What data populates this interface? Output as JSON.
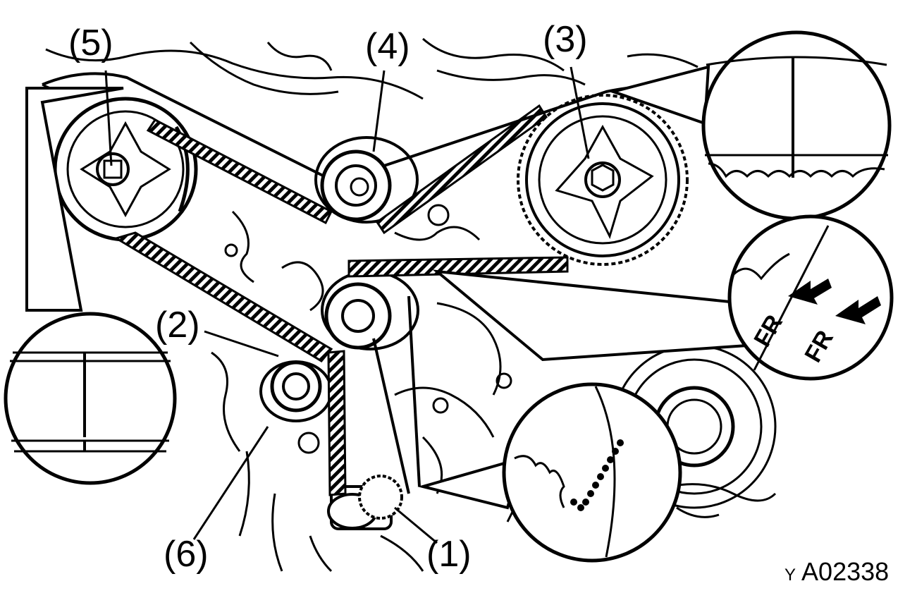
{
  "callouts": {
    "c1": "(1)",
    "c2": "(2)",
    "c3": "(3)",
    "c4": "(4)",
    "c5": "(5)",
    "c6": "(6)"
  },
  "front_marks": {
    "mark_a": "FR",
    "mark_b": "FR"
  },
  "figure_code": {
    "prefix": "Y",
    "code": "A02338"
  }
}
